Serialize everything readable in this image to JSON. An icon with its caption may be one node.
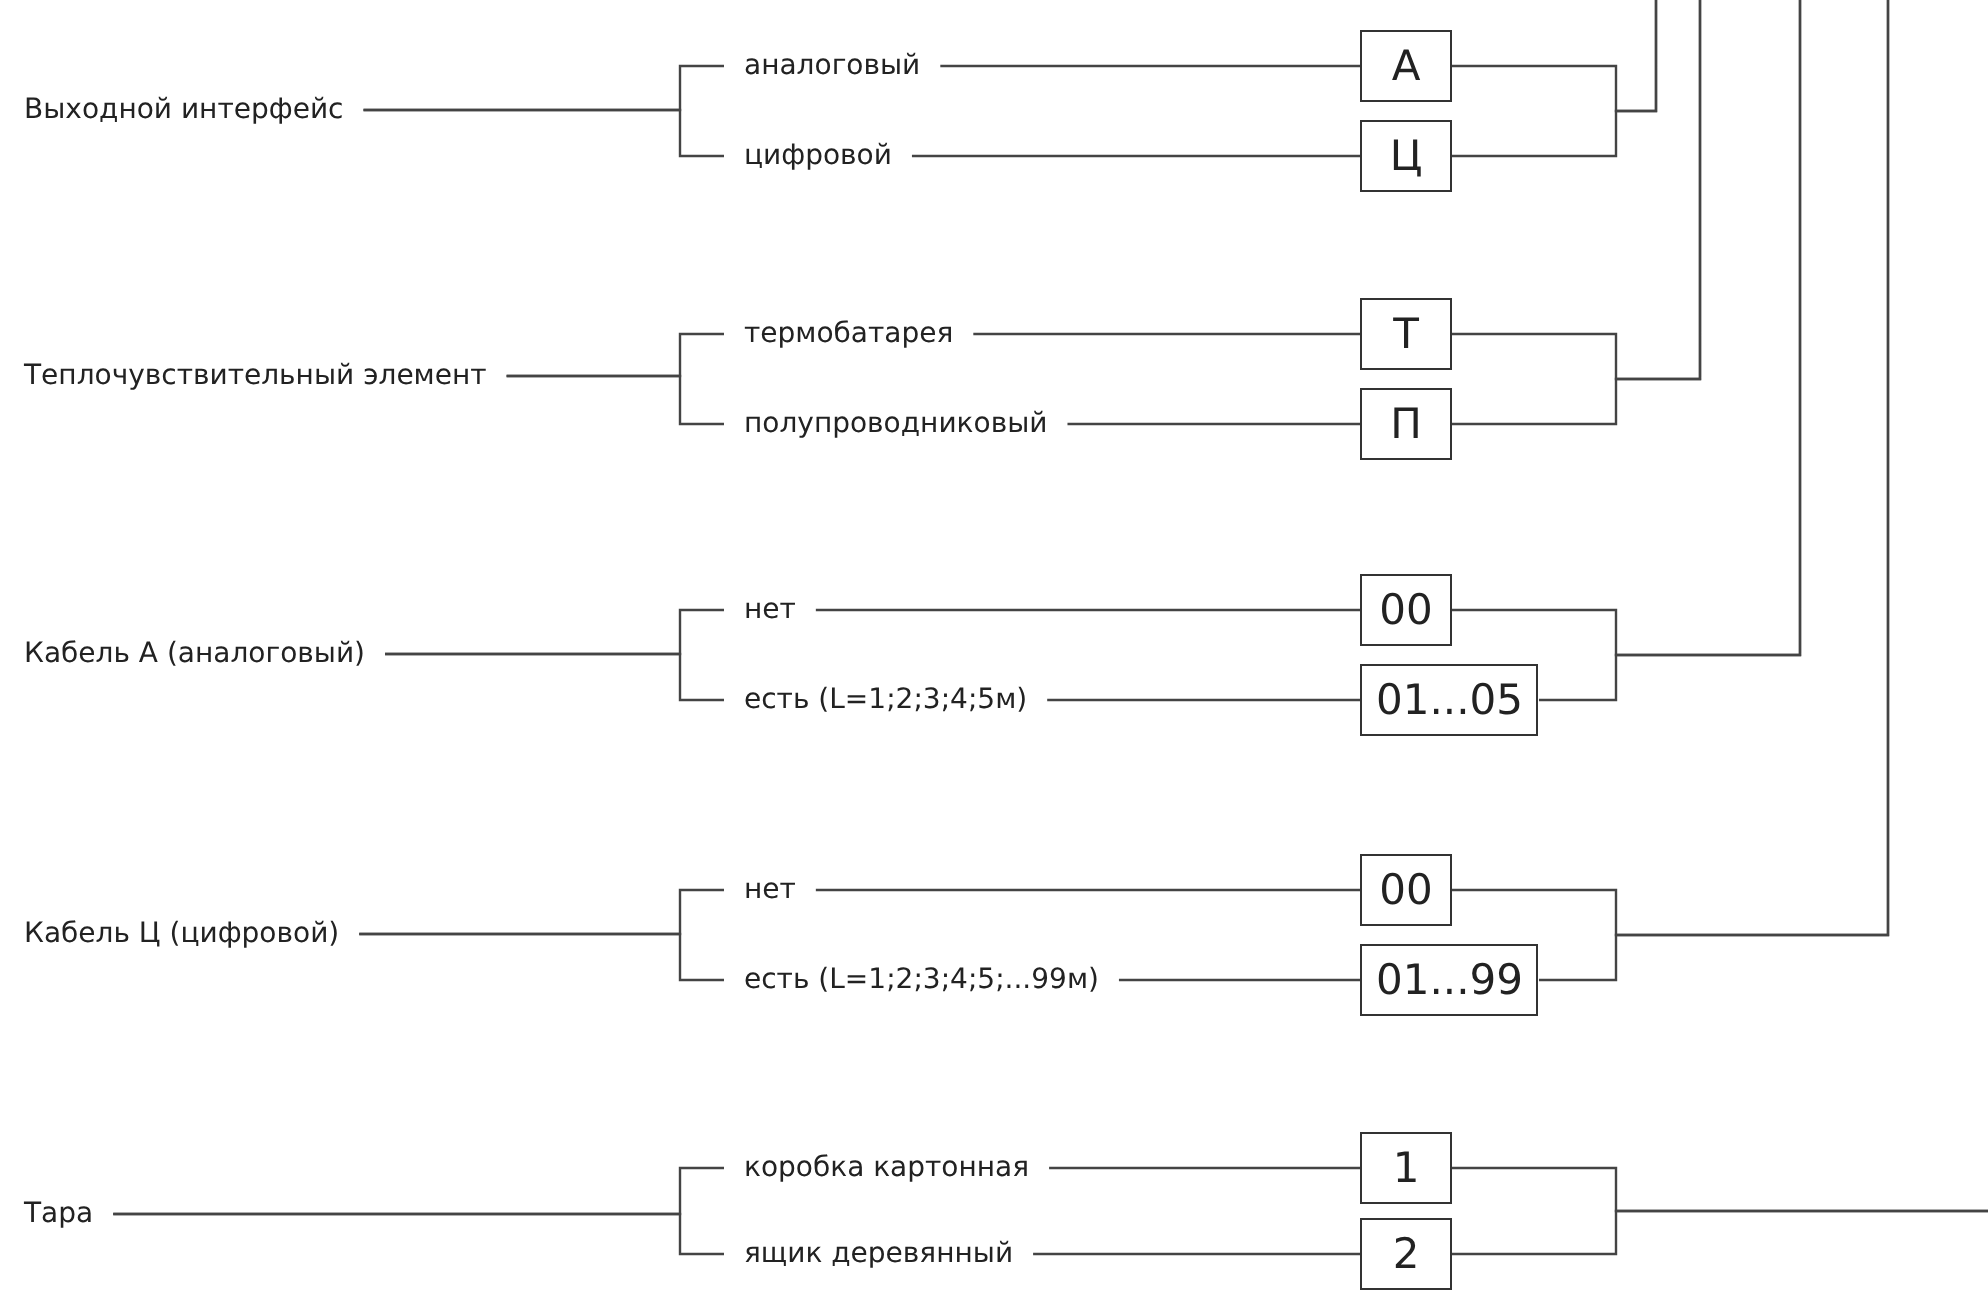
{
  "diagram": {
    "nodes": [
      {
        "text": [
          "Выходной интерфейс"
        ]
      },
      {
        "text": [
          "аналоговый"
        ]
      },
      {
        "text": [
          "цифровой"
        ]
      },
      {
        "text": [
          "А"
        ]
      },
      {
        "text": [
          "Ц"
        ]
      },
      {
        "text": [
          "Теплочувствительный элемент"
        ]
      },
      {
        "text": [
          "термобатарея"
        ]
      },
      {
        "text": [
          "полупроводниковый"
        ]
      },
      {
        "text": [
          "Т"
        ]
      },
      {
        "text": [
          "П"
        ]
      },
      {
        "text": [
          "Кабель А (аналоговый)"
        ]
      },
      {
        "text": [
          "нет"
        ]
      },
      {
        "text": [
          "есть (L=1;2;3;4;5м)"
        ]
      },
      {
        "text": [
          "00"
        ]
      },
      {
        "text": [
          "01...05"
        ]
      },
      {
        "text": [
          "Кабель Ц (цифровой)"
        ]
      },
      {
        "text": [
          "нет"
        ]
      },
      {
        "text": [
          "есть (L=1;2;3;4;5;...99м)"
        ]
      },
      {
        "text": [
          "00"
        ]
      },
      {
        "text": [
          "01...99"
        ]
      },
      {
        "text": [
          "Тара"
        ]
      },
      {
        "text": [
          "коробка картонная"
        ]
      },
      {
        "text": [
          "ящик деревянный"
        ]
      },
      {
        "text": [
          "1"
        ]
      },
      {
        "text": [
          "2"
        ]
      }
    ],
    "edges": [
      {
        "from": 0,
        "to": 1,
        "arrow": "none"
      },
      {
        "from": 0,
        "to": 2,
        "arrow": "none"
      },
      {
        "from": 1,
        "to": 3,
        "arrow": "none"
      },
      {
        "from": 2,
        "to": 4,
        "arrow": "none"
      },
      {
        "from": 3,
        "to": null,
        "arrow": "none"
      },
      {
        "from": 4,
        "to": null,
        "arrow": "none"
      },
      {
        "from": 5,
        "to": 6,
        "arrow": "none"
      },
      {
        "from": 5,
        "to": 7,
        "arrow": "none"
      },
      {
        "from": 6,
        "to": 8,
        "arrow": "none"
      },
      {
        "from": 7,
        "to": 9,
        "arrow": "none"
      },
      {
        "from": 8,
        "to": null,
        "arrow": "none"
      },
      {
        "from": 9,
        "to": null,
        "arrow": "none"
      },
      {
        "from": 10,
        "to": 11,
        "arrow": "none"
      },
      {
        "from": 10,
        "to": 12,
        "arrow": "none"
      },
      {
        "from": 11,
        "to": 13,
        "arrow": "none"
      },
      {
        "from": 12,
        "to": 14,
        "arrow": "none"
      },
      {
        "from": 13,
        "to": null,
        "arrow": "none"
      },
      {
        "from": 14,
        "to": null,
        "arrow": "none"
      },
      {
        "from": 15,
        "to": 16,
        "arrow": "none"
      },
      {
        "from": 15,
        "to": 17,
        "arrow": "none"
      },
      {
        "from": 16,
        "to": 18,
        "arrow": "none"
      },
      {
        "from": 17,
        "to": 19,
        "arrow": "none"
      },
      {
        "from": 18,
        "to": null,
        "arrow": "none"
      },
      {
        "from": 19,
        "to": null,
        "arrow": "none"
      },
      {
        "from": 20,
        "to": 21,
        "arrow": "none"
      },
      {
        "from": 20,
        "to": 22,
        "arrow": "none"
      },
      {
        "from": 21,
        "to": 23,
        "arrow": "none"
      },
      {
        "from": 22,
        "to": 24,
        "arrow": "none"
      },
      {
        "from": 23,
        "to": null,
        "arrow": "none"
      },
      {
        "from": 24,
        "to": null,
        "arrow": "none"
      }
    ]
  }
}
